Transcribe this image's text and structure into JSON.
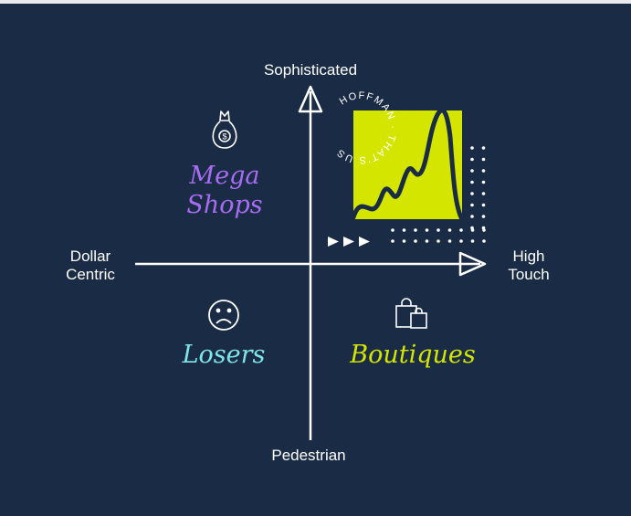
{
  "axes": {
    "top": "Sophisticated",
    "bottom": "Pedestrian",
    "left": [
      "Dollar",
      "Centric"
    ],
    "right": [
      "High",
      "Touch"
    ]
  },
  "quadrants": {
    "top_left": {
      "label": [
        "Mega",
        "Shops"
      ],
      "icon": "money-bag-icon",
      "color": "#a86cf2"
    },
    "bottom_left": {
      "label": "Losers",
      "icon": "sad-face-icon",
      "color": "#7fe6e6"
    },
    "bottom_right": {
      "label": "Boutiques",
      "icon": "shopping-bag-icon",
      "color": "#d4e600"
    },
    "top_right": {
      "logo_text": "HOFFMAN · THAT'S US",
      "accent": "#d4e600"
    }
  },
  "colors": {
    "background": "#1a2c45",
    "axis": "#ffffff"
  }
}
